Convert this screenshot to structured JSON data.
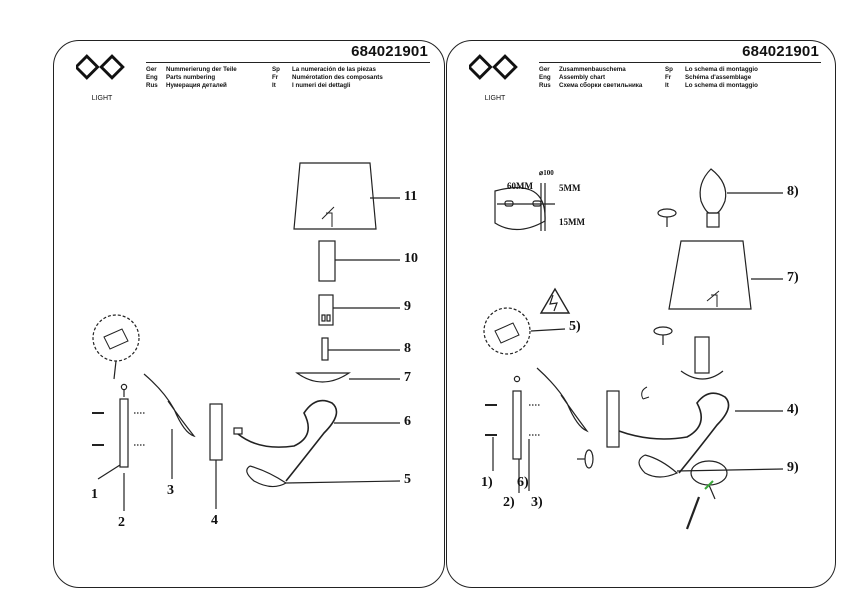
{
  "product_code": "684021901",
  "brand_text": "LIGHT",
  "left_panel": {
    "rows": [
      {
        "key": "Ger",
        "value": "Nummerierung der Teile",
        "key2": "Sp",
        "value2": "La numeración de las piezas"
      },
      {
        "key": "Eng",
        "value": "Parts numbering",
        "key2": "Fr",
        "value2": "Numérotation des composants"
      },
      {
        "key": "Rus",
        "value": "Нумерация деталей",
        "key2": "It",
        "value2": "I numeri dei dettagli"
      }
    ],
    "labels": {
      "n1": "1",
      "n2": "2",
      "n3": "3",
      "n4": "4",
      "n5": "5",
      "n6": "6",
      "n7": "7",
      "n8": "8",
      "n9": "9",
      "n10": "10",
      "n11": "11"
    }
  },
  "right_panel": {
    "rows": [
      {
        "key": "Ger",
        "value": "Zusammenbauschema",
        "key2": "Sp",
        "value2": "Lo schema di montaggio"
      },
      {
        "key": "Eng",
        "value": "Assembly chart",
        "key2": "Fr",
        "value2": "Schéma d'assemblage"
      },
      {
        "key": "Rus",
        "value": "Схема сборки светильника",
        "key2": "It",
        "value2": "Lo schema di montaggio"
      }
    ],
    "labels": {
      "s1": "1)",
      "s2": "2)",
      "s3": "3)",
      "s4": "4)",
      "s5": "5)",
      "s6": "6)",
      "s7": "7)",
      "s8": "8)",
      "s9": "9)"
    },
    "dims": {
      "phi": "⌀100",
      "d60": "60MM",
      "d5": "5MM",
      "d15": "15MM"
    }
  }
}
